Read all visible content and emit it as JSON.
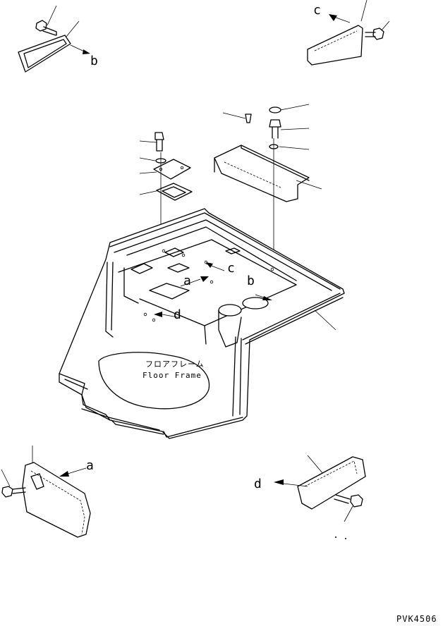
{
  "callouts": {
    "a": "a",
    "b": "b",
    "c": "c",
    "d": "d"
  },
  "caption": {
    "jp": "フロアフレーム",
    "en": "Floor Frame"
  },
  "drawing_code": "PVK4506"
}
